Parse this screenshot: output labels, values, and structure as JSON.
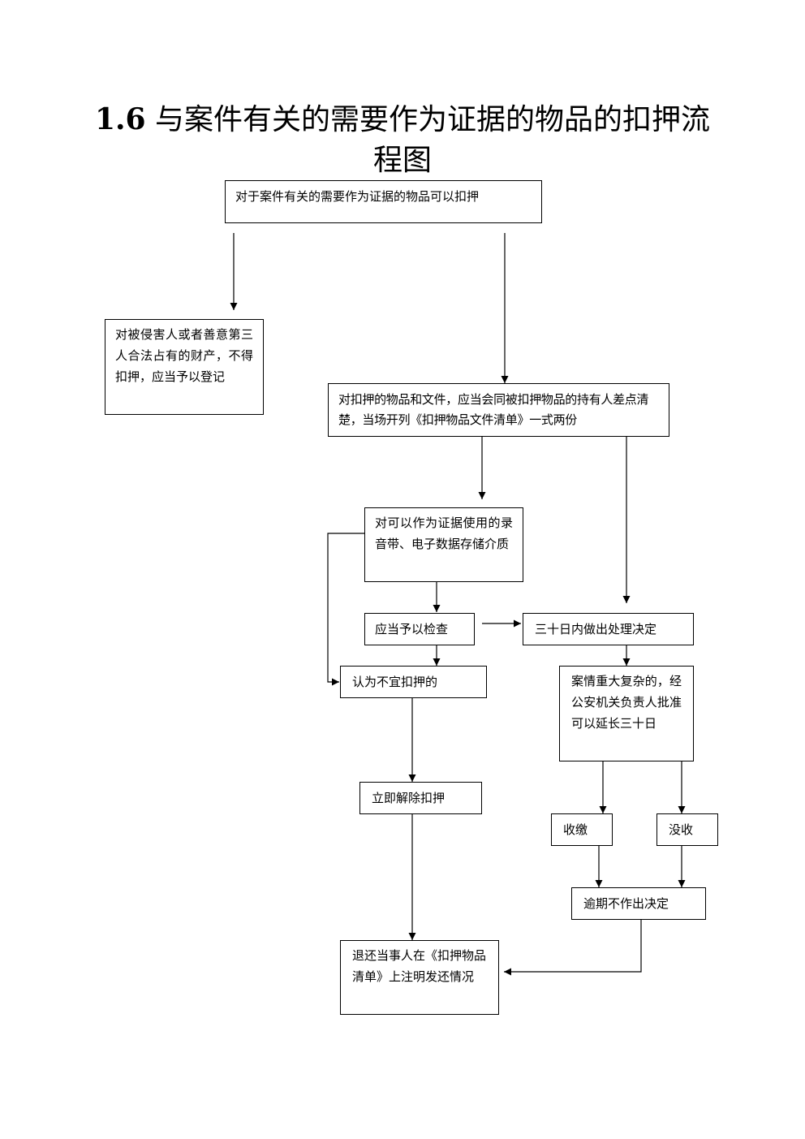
{
  "title": {
    "number": "1.6",
    "text": "与案件有关的需要作为证据的物品的扣押流程图"
  },
  "nodes": {
    "start": "对于案件有关的需要作为证据的物品可以扣押",
    "third_party": "对被侵害人或者善意第三人合法占有的财产，不得扣押，应当予以登记",
    "inventory": "对扣押的物品和文件，应当会同被扣押物品的持有人差点清楚，当场开列《扣押物品文件清单》一式两份",
    "audio_media": "对可以作为证据使用的录音带、电子数据存储介质",
    "inspect": "应当予以检查",
    "decision_30": "三十日内做出处理决定",
    "not_suitable": "认为不宜扣押的",
    "extend": "案情重大复杂的，经公安机关负责人批准可以延长三十日",
    "release": "立即解除扣押",
    "collect": "收缴",
    "confiscate": "没收",
    "overdue": "逾期不作出决定",
    "return": "退还当事人在《扣押物品清单》上注明发还情况"
  }
}
